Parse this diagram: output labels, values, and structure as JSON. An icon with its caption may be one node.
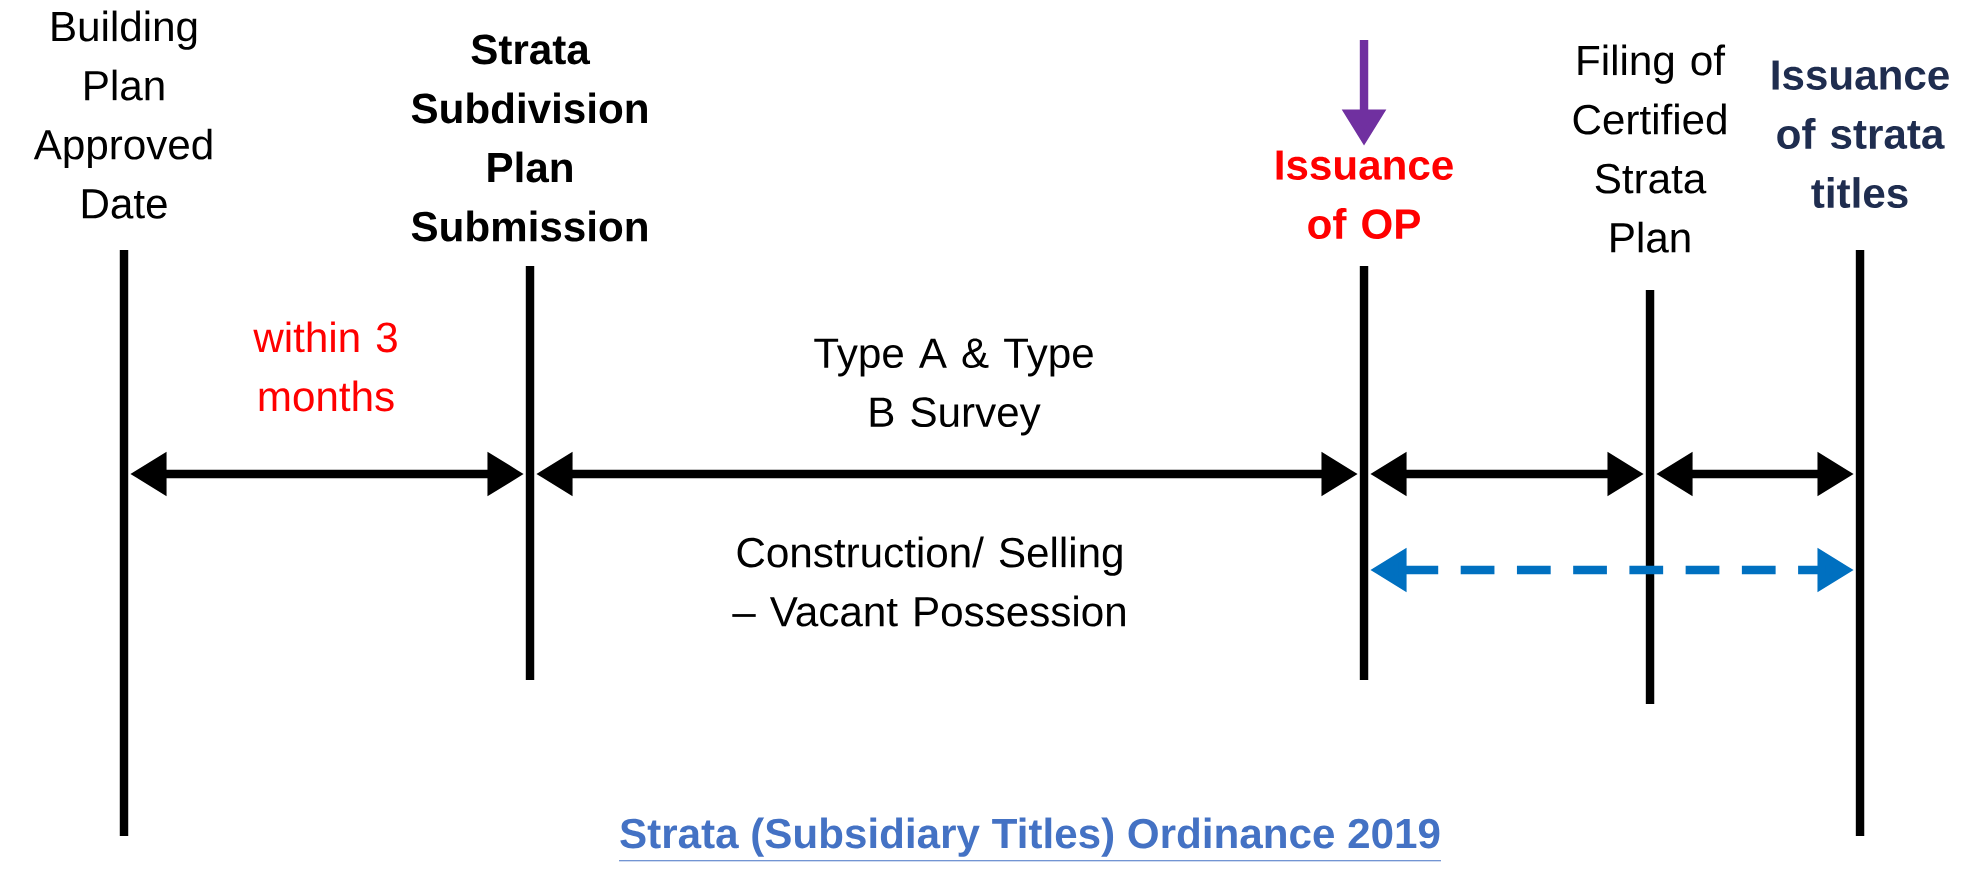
{
  "diagram": {
    "caption": "Strata (Subsidiary Titles) Ordinance 2019",
    "nodes": [
      {
        "text": [
          "Building Plan Approved Date"
        ]
      },
      {
        "text": [
          "Strata Subdivision Plan Submission"
        ]
      },
      {
        "text": [
          "Issuance of OP"
        ]
      },
      {
        "text": [
          "Filing of Certified Strata Plan"
        ]
      },
      {
        "text": [
          "Issuance of strata titles"
        ]
      }
    ],
    "edges": [
      {
        "from": 0,
        "to": 1,
        "arrow": "both",
        "label": "within 3 months"
      },
      {
        "from": 1,
        "to": 2,
        "arrow": "both",
        "label": "Type A & Type B Survey"
      },
      {
        "from": 2,
        "to": 3,
        "arrow": "both"
      },
      {
        "from": 3,
        "to": 4,
        "arrow": "both"
      },
      {
        "from": 2,
        "to": 4,
        "arrow": "both",
        "style": "dashed",
        "color": "#0070c0"
      },
      {
        "from": null,
        "to": 2,
        "arrow": "to",
        "color": "#7030a0"
      }
    ],
    "labels": [
      "Construction/ Selling – Vacant Possession"
    ]
  }
}
